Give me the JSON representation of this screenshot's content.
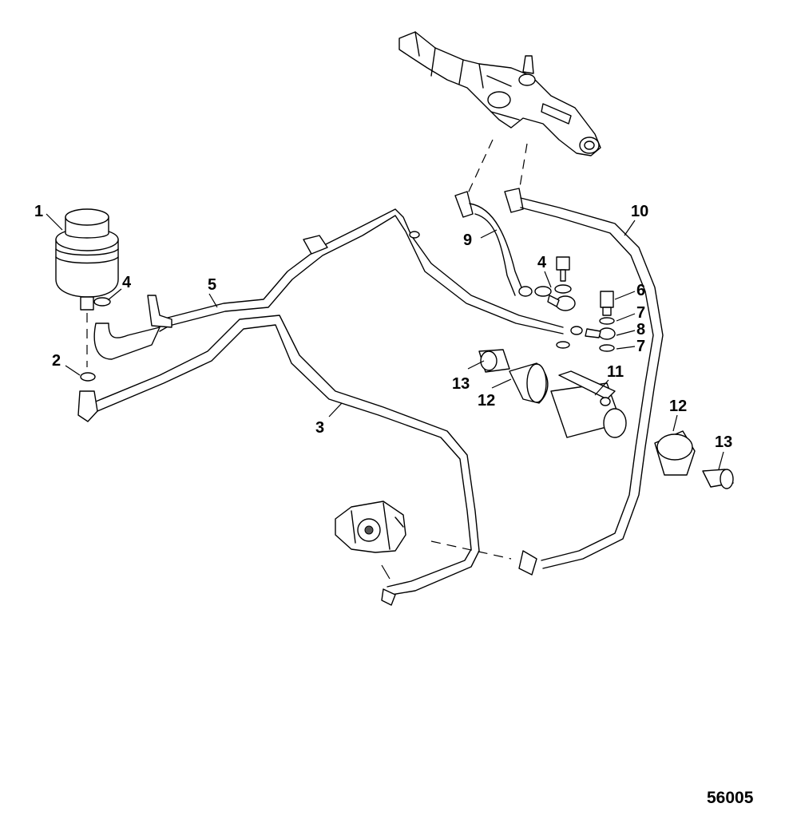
{
  "callouts": {
    "c1": "1",
    "c2": "2",
    "c3": "3",
    "c4a": "4",
    "c4b": "4",
    "c5": "5",
    "c6": "6",
    "c7a": "7",
    "c7b": "7",
    "c8": "8",
    "c9": "9",
    "c10": "10",
    "c11": "11",
    "c12a": "12",
    "c12b": "12",
    "c13a": "13",
    "c13b": "13"
  },
  "figure_id": "56005"
}
